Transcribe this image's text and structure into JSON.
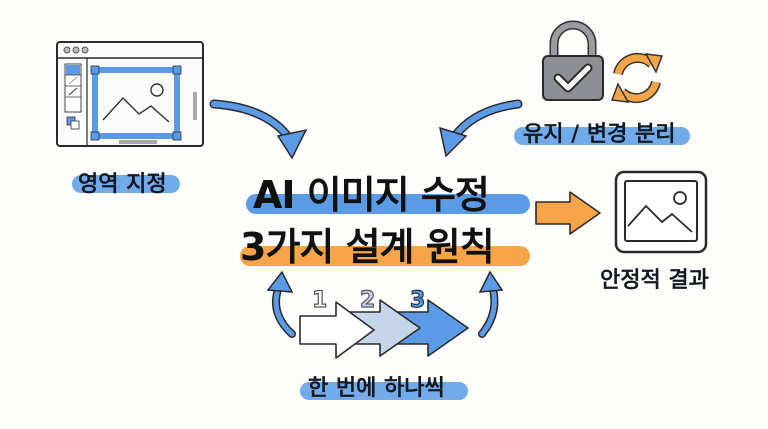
{
  "title": {
    "line1": "AI 이미지 수정",
    "line2": "3가지 설계 원칙"
  },
  "nodes": {
    "region": {
      "label": "영역 지정",
      "icon": "image-editor-selection-icon"
    },
    "separation": {
      "label": "유지 / 변경 분리",
      "icons": [
        "lock-check-icon",
        "refresh-cycle-icon"
      ]
    },
    "result": {
      "label": "안정적 결과",
      "icon": "image-frame-icon"
    },
    "one_at_a_time": {
      "label": "한 번에 하나씩",
      "steps": [
        "1",
        "2",
        "3"
      ]
    }
  },
  "colors": {
    "blue": "#5b9be6",
    "blue_light": "#c5d6ea",
    "orange": "#f5a447",
    "gray_lock": "#8c8e93",
    "ink": "#151a22"
  }
}
